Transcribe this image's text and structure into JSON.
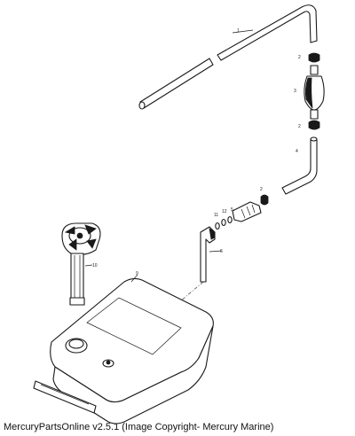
{
  "diagram": {
    "callouts": [
      "1",
      "2",
      "3",
      "2",
      "4",
      "2",
      "11",
      "12",
      "5",
      "6",
      "10",
      "9"
    ]
  },
  "footer": {
    "copyright_text": "MercuryPartsOnline v2.5.1 (Image Copyright- Mercury Marine)"
  }
}
